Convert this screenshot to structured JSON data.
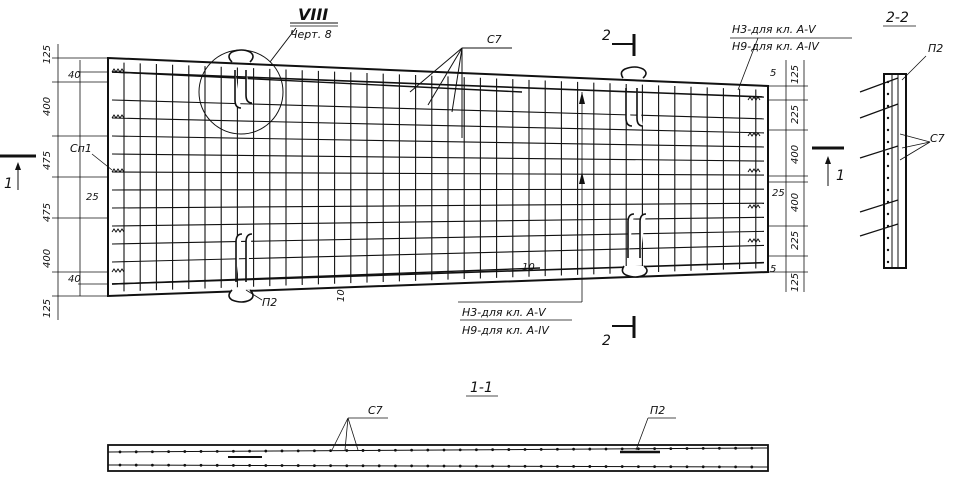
{
  "callout": {
    "detail_num": "VIII",
    "detail_ref": "Черт. 8"
  },
  "labels": {
    "c7": "С7",
    "p2": "П2",
    "cn1": "Сп1",
    "h3_kl5": "Н3-для кл. А-V",
    "h9_kl4": "Н9-для кл. А-IV"
  },
  "sections": {
    "s1": "1",
    "s2": "2",
    "title11": "1-1",
    "title22": "2-2"
  },
  "dims_left": [
    "125",
    "40",
    "400",
    "475",
    "475",
    "25",
    "400",
    "40",
    "125"
  ],
  "dims_right": [
    "5",
    "125",
    "225",
    "400",
    "25",
    "400",
    "225",
    "5",
    "125"
  ],
  "dims_bottom": [
    "10",
    "10"
  ]
}
